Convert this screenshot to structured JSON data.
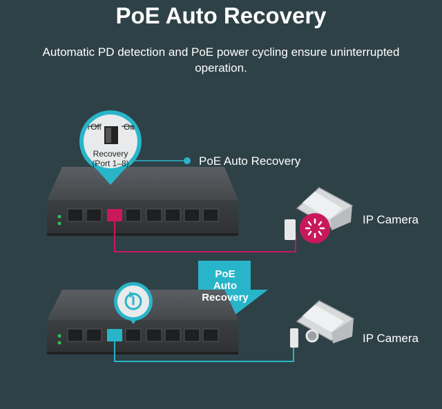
{
  "title": "PoE Auto Recovery",
  "subtitle": "Automatic PD detection and PoE power cycling ensure uninterrupted operation.",
  "callout": {
    "label": "PoE Auto Recovery",
    "switch_off": "Off",
    "switch_on": "On",
    "switch_name": "Recovery",
    "switch_ports": "(Port 1–8)"
  },
  "arrow": {
    "line1": "PoE",
    "line2": "Auto",
    "line3": "Recovery"
  },
  "cameras": {
    "top_label": "IP Camera",
    "bottom_label": "IP Camera"
  },
  "colors": {
    "background": "#2e4147",
    "accent_teal": "#29b5c9",
    "fault_magenta": "#c8195d",
    "switch_body": "#3a3d40"
  }
}
